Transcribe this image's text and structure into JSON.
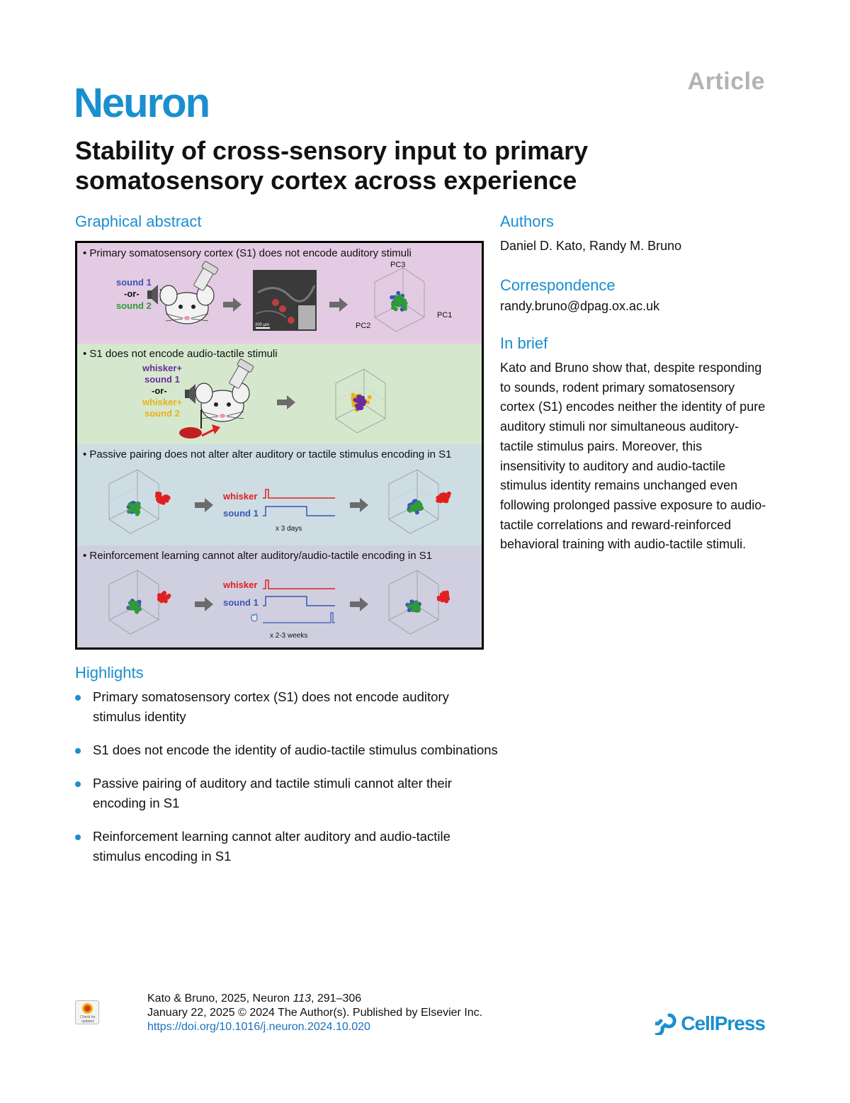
{
  "header": {
    "article_type": "Article",
    "journal": "Neuron",
    "title": "Stability of cross-sensory input to primary somatosensory cortex across experience"
  },
  "graphical_abstract": {
    "heading": "Graphical abstract",
    "panels": [
      {
        "label": "• Primary somatosensory cortex (S1) does not encode auditory stimuli",
        "stim_1": "sound 1",
        "or": "-or-",
        "stim_2": "sound 2",
        "scale_bar": "200 μm",
        "axis_pc1": "PC1",
        "axis_pc2": "PC2",
        "axis_pc3": "PC3"
      },
      {
        "label": "• S1 does not encode audio-tactile stimuli",
        "stim_1a": "whisker+",
        "stim_1b": "sound 1",
        "or": "-or-",
        "stim_2a": "whisker+",
        "stim_2b": "sound 2"
      },
      {
        "label": "• Passive pairing does not alter alter auditory or tactile stimulus encoding in S1",
        "trace_whisker": "whisker",
        "trace_sound": "sound 1",
        "duration": "x 3 days"
      },
      {
        "label": "• Reinforcement learning cannot alter auditory/audio-tactile encoding in S1",
        "trace_whisker": "whisker",
        "trace_sound": "sound 1",
        "duration": "x 2-3 weeks"
      }
    ],
    "colors": {
      "sound1": "#3a55b4",
      "sound2": "#2e9a3a",
      "whisker_sound1": "#6a2c9c",
      "whisker_sound2": "#e8b21a",
      "whisker": "#e02020",
      "arrow": "#6b6b6b"
    }
  },
  "authors": {
    "heading": "Authors",
    "names": "Daniel D. Kato, Randy M. Bruno"
  },
  "correspondence": {
    "heading": "Correspondence",
    "email": "randy.bruno@dpag.ox.ac.uk"
  },
  "in_brief": {
    "heading": "In brief",
    "text": "Kato and Bruno show that, despite responding to sounds, rodent primary somatosensory cortex (S1) encodes neither the identity of pure auditory stimuli nor simultaneous auditory-tactile stimulus pairs. Moreover, this insensitivity to auditory and audio-tactile stimulus identity remains unchanged even following prolonged passive exposure to audio-tactile correlations and reward-reinforced behavioral training with audio-tactile stimuli."
  },
  "highlights": {
    "heading": "Highlights",
    "items": [
      "Primary somatosensory cortex (S1) does not encode auditory stimulus identity",
      "S1 does not encode the identity of audio-tactile stimulus combinations",
      "Passive pairing of auditory and tactile stimuli cannot alter their encoding in S1",
      "Reinforcement learning cannot alter auditory and audio-tactile stimulus encoding in S1"
    ]
  },
  "footer": {
    "citation_prefix": "Kato & Bruno, 2025, Neuron ",
    "citation_volume": "113",
    "citation_pages": ", 291–306",
    "date_line": "January 22, 2025 © 2024 The Author(s). Published by Elsevier Inc.",
    "doi": "https://doi.org/10.1016/j.neuron.2024.10.020",
    "badge_text": "Check for updates",
    "publisher": "CellPress"
  }
}
